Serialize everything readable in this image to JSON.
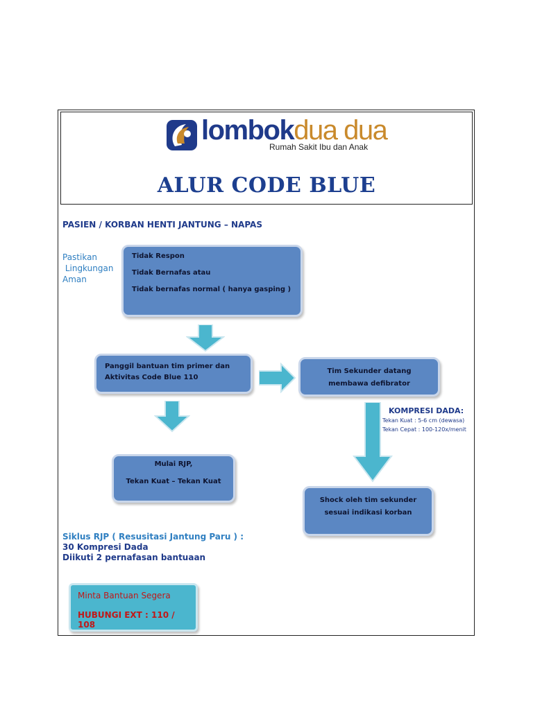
{
  "header": {
    "logo": {
      "word1": "lombok",
      "word2": "dua dua",
      "subtitle": "Rumah Sakit Ibu dan Anak",
      "color_primary": "#1f3a8a",
      "color_secondary": "#c98a2c"
    },
    "title": "ALUR CODE BLUE"
  },
  "heading": "PASIEN / KORBAN HENTI JANTUNG – NAPAS",
  "side_note": [
    "Pastikan",
    " Lingkungan",
    "Aman"
  ],
  "nodes": {
    "assess": [
      "Tidak Respon",
      "Tidak Bernafas atau",
      "Tidak bernafas normal  ( hanya gasping )"
    ],
    "call": [
      "Panggil bantuan tim primer dan",
      "Aktivitas Code Blue  110"
    ],
    "secondary": [
      "Tim Sekunder datang",
      "membawa defibrator"
    ],
    "rjp": [
      "Mulai RJP,",
      "Tekan Kuat – Tekan Kuat"
    ],
    "shock": [
      "Shock oleh tim sekunder",
      "sesuai indikasi korban"
    ]
  },
  "kompresi": {
    "title": "KOMPRESI DADA:",
    "lines": [
      "Tekan Kuat  : 5-6 cm (dewasa)",
      "Tekan Cepat : 100-120x/menit"
    ]
  },
  "siklus": [
    "Siklus RJP ( Resusitasi Jantung Paru ) :",
    "30 Kompresi Dada",
    "Diikuti 2 pernafasan bantuaan"
  ],
  "call_box": [
    "Minta Bantuan Segera",
    "HUBUNGI EXT : 110 / 108"
  ],
  "colors": {
    "box_fill": "#5b87c3",
    "arrow_fill": "#4bb6ce",
    "call_box_fill": "#4bb6ce",
    "alert_text": "#c01818",
    "title_blue": "#1d3f8f"
  }
}
